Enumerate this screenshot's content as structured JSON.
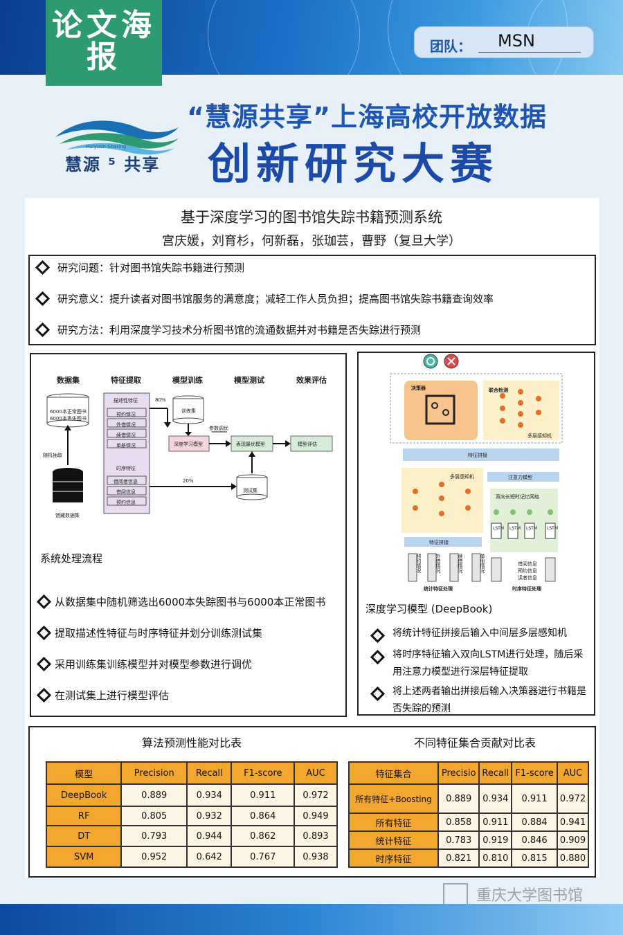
{
  "header": {
    "badge_text": "论文海报",
    "team_label": "团队：",
    "team_value": "MSN"
  },
  "logo": {
    "en": "Huiyuan Sharing",
    "cn": "慧源 ⁵ 共享"
  },
  "competition": {
    "title_line1": "“慧源共享”上海高校开放数据",
    "title_line2": "创新研究大赛"
  },
  "paper": {
    "title": "基于深度学习的图书馆失踪书籍预测系统",
    "authors": "宫庆媛，刘育杉，何新磊，张珈芸，曹野（复旦大学）"
  },
  "overview": [
    "研究问题：针对图书馆失踪书籍进行预测",
    "研究意义：提升读者对图书馆服务的满意度；减轻工作人员负担；提高图书馆失踪书籍查询效率",
    "研究方法：利用深度学习技术分析图书馆的流通数据并对书籍是否失踪进行预测"
  ],
  "flowchart": {
    "stages": [
      "数据集",
      "特征提取",
      "模型训练",
      "模型测试",
      "效果评估"
    ],
    "dataset_lines": [
      "6000本正常图书",
      "6000本丢失图书"
    ],
    "random_sample": "随机抽取",
    "library_db": "馆藏数据集",
    "desc_feature": "描述性特征",
    "desc_items": [
      "预约情况",
      "外借情况",
      "续借情况",
      "单册情况"
    ],
    "seq_feature": "时序特征",
    "seq_items": [
      "借阅者信息",
      "借阅信息",
      "预约信息"
    ],
    "pct_train": "80%",
    "pct_test": "20%",
    "train_set": "训练集",
    "test_set": "测试集",
    "tune": "参数调优",
    "dl_model": "深度学习模型",
    "best_model": "表现最优模型",
    "eval": "模型评估"
  },
  "process": {
    "caption": "系统处理流程",
    "bullets": [
      "从数据集中随机筛选出6000本失踪图书与6000本正常图书",
      "提取描述性特征与时序特征并划分训练测试集",
      "采用训练集训练模型并对模型参数进行调优",
      "在测试集上进行模型评估"
    ]
  },
  "model": {
    "caption": "深度学习模型 (DeepBook)",
    "decider": "决策器",
    "joint": "联合检测",
    "mlp": "多层感知机",
    "concat": "特征拼接",
    "attention": "注意力模型",
    "bilstm": "双向长短时记忆网络",
    "lstm": "LSTM",
    "stat_feat": "统计特征处理",
    "seq_feat": "时序特征处理",
    "stat_items": [
      "预约情况",
      "外借情况",
      "续借情况",
      "单册情况"
    ],
    "seq_items": [
      "借阅信息",
      "预约信息",
      "读者信息"
    ],
    "bullets": [
      "将统计特征拼接后输入中间层多层感知机",
      "将时序特征输入双向LSTM进行处理，随后采用注意力模型进行深层特征提取",
      "将上述两者输出拼接后输入决策器进行书籍是否失踪的预测"
    ]
  },
  "table1": {
    "title": "算法预测性能对比表",
    "headers": [
      "模型",
      "Precision",
      "Recall",
      "F1-score",
      "AUC"
    ],
    "rows": [
      [
        "DeepBook",
        "0.889",
        "0.934",
        "0.911",
        "0.972"
      ],
      [
        "RF",
        "0.805",
        "0.932",
        "0.864",
        "0.949"
      ],
      [
        "DT",
        "0.793",
        "0.944",
        "0.862",
        "0.893"
      ],
      [
        "SVM",
        "0.952",
        "0.642",
        "0.767",
        "0.938"
      ]
    ]
  },
  "table2": {
    "title": "不同特征集合贡献对比表",
    "headers": [
      "特征集合",
      "Precisio",
      "Recall",
      "F1-score",
      "AUC"
    ],
    "rows": [
      [
        "所有特征+Boosting",
        "0.889",
        "0.934",
        "0.911",
        "0.972"
      ],
      [
        "所有特征",
        "0.858",
        "0.911",
        "0.884",
        "0.941"
      ],
      [
        "统计特征",
        "0.783",
        "0.919",
        "0.846",
        "0.909"
      ],
      [
        "时序特征",
        "0.821",
        "0.810",
        "0.815",
        "0.880"
      ]
    ]
  },
  "watermark": "重庆大学图书馆",
  "colors": {
    "header_blue": "#1b4aa8",
    "badge_green": "#2e9a72",
    "table_orange": "#f4a72e",
    "table_cell": "#fdf5e4"
  }
}
